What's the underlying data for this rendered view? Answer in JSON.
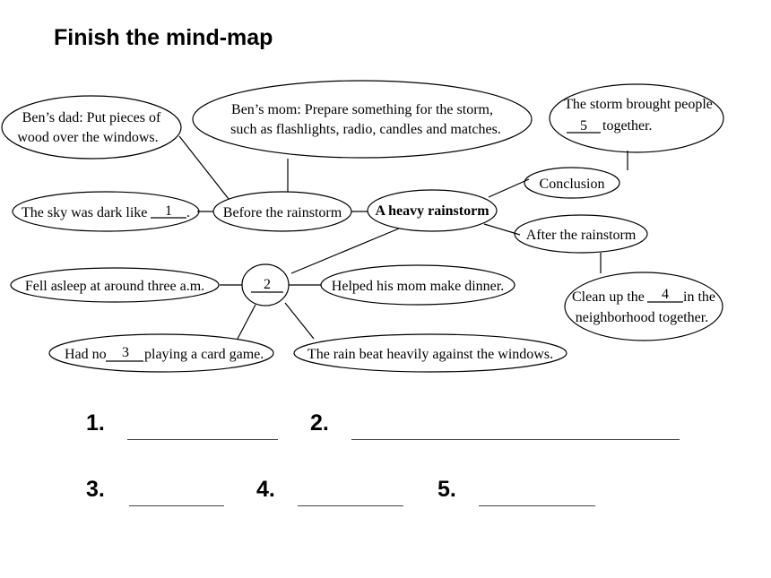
{
  "title": "Finish the mind-map",
  "nodes": {
    "center": "A heavy rainstorm",
    "before": "Before the rainstorm",
    "conclusion": "Conclusion",
    "after": "After the rainstorm",
    "blank2": "2",
    "dad_line1": "Ben’s dad:  Put pieces of",
    "dad_line2": "wood over the windows.",
    "mom_line1": "Ben’s mom: Prepare something for the storm,",
    "mom_line2": "such as flashlights, radio, candles and matches.",
    "sky_pre": "The sky was dark like ",
    "sky_blank": "1",
    "sky_post": " .",
    "storm_line1": "The storm brought people",
    "storm_blank": "5",
    "storm_post": "together.",
    "asleep": "Fell asleep at around three a.m.",
    "helped": "Helped  his mom make dinner.",
    "hadno_pre": "Had no ",
    "hadno_blank": "3",
    "hadno_post": " playing a card game.",
    "rain": "The rain beat heavily against the windows.",
    "clean_pre": "Clean up the ",
    "clean_blank": "4",
    "clean_post": " in the",
    "clean_line2": "neighborhood together."
  },
  "answers": {
    "n1": "1.",
    "n2": "2.",
    "n3": "3.",
    "n4": "4.",
    "n5": "5."
  }
}
